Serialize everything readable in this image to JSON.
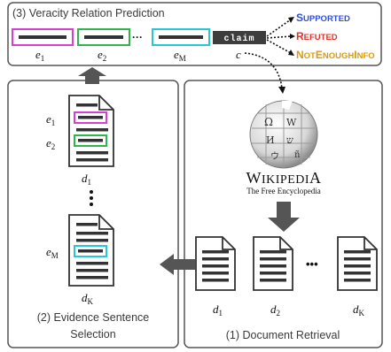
{
  "panels": {
    "top_title": "(3) Veracity Relation Prediction",
    "left_title_line1": "(2) Evidence Sentence",
    "left_title_line2": "Selection",
    "right_title": "(1) Document Retrieval"
  },
  "evidence_chain": {
    "e1": "e",
    "e1_sub": "1",
    "e2": "e",
    "e2_sub": "2",
    "eM": "e",
    "eM_sub": "M",
    "claim_box": "claim",
    "claim_symbol": "c",
    "dots": "···"
  },
  "outputs": [
    {
      "label": "Supported",
      "color": "#2f4fd8"
    },
    {
      "label": "Refuted",
      "color": "#e0322c"
    },
    {
      "label": "NotEnoughInfo",
      "color": "#d99a12"
    }
  ],
  "wikipedia": {
    "wordmark": "Wikipedia",
    "tagline": "The Free Encyclopedia"
  },
  "retrieved_docs": {
    "d1": "d",
    "d1_sub": "1",
    "d2": "d",
    "d2_sub": "2",
    "dK": "d",
    "dK_sub": "K",
    "dots": "•••"
  },
  "selection_docs": {
    "top_doc": "d",
    "top_doc_sub": "1",
    "bottom_doc": "d",
    "bottom_doc_sub": "K",
    "e1": "e",
    "e1_sub": "1",
    "e2": "e",
    "e2_sub": "2",
    "eM": "e",
    "eM_sub": "M"
  },
  "colors": {
    "e1_frame": "#d63fd1",
    "e2_frame": "#2fb54b",
    "eM_frame": "#27c7d6",
    "claim_fill": "#3d3d3d",
    "arrow_fill": "#555555",
    "panel_stroke": "#555555"
  }
}
